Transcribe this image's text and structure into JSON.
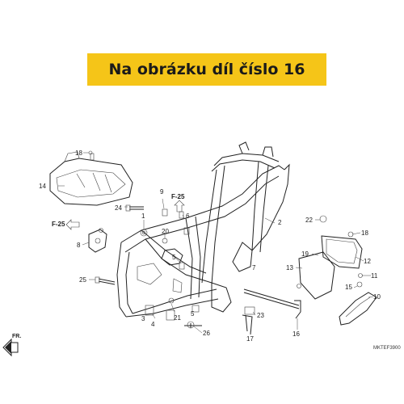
{
  "banner": {
    "text": "Na obrázku díl číslo 16",
    "color": "#f5c518"
  },
  "diagram_code": "MKTEF3900",
  "front_label": "FR.",
  "reference_labels": [
    "F-25",
    "F-25"
  ],
  "callouts": [
    "1",
    "2",
    "3",
    "4",
    "5",
    "5",
    "6",
    "7",
    "8",
    "9",
    "10",
    "11",
    "12",
    "13",
    "14",
    "15",
    "16",
    "17",
    "18",
    "18",
    "19",
    "20",
    "21",
    "22",
    "23",
    "24",
    "25",
    "26"
  ]
}
